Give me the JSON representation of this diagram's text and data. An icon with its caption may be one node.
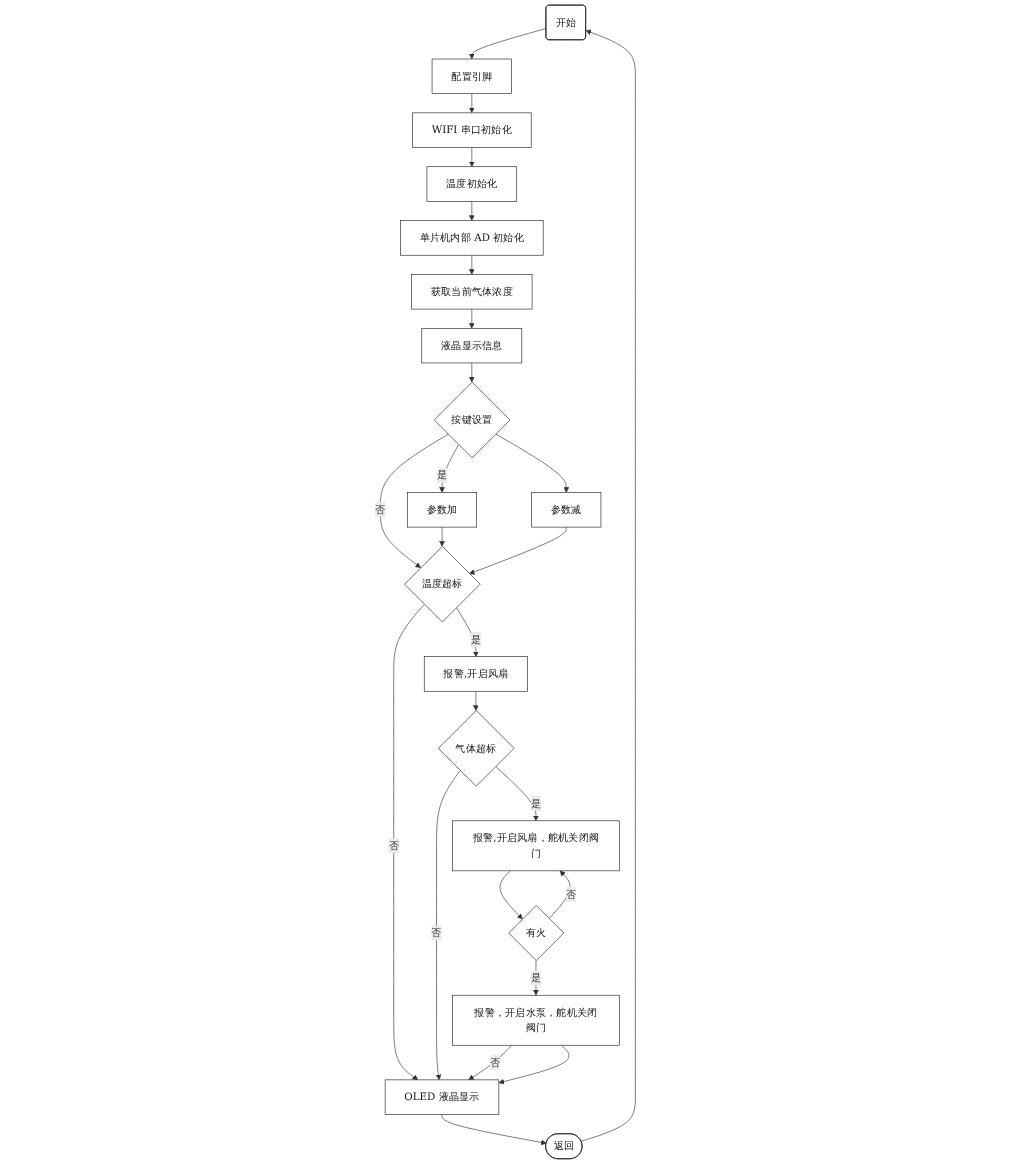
{
  "diagram": {
    "nodes": [
      {
        "text": [
          "开始"
        ]
      },
      {
        "text": [
          "配置引脚"
        ]
      },
      {
        "text": [
          "WIFI 串口初始化"
        ]
      },
      {
        "text": [
          "温度初始化"
        ]
      },
      {
        "text": [
          "单片机内部 AD 初始化"
        ]
      },
      {
        "text": [
          "获取当前气体浓度"
        ]
      },
      {
        "text": [
          "液晶显示信息"
        ]
      },
      {
        "text": [
          "按键设置"
        ]
      },
      {
        "text": [
          "参数加"
        ]
      },
      {
        "text": [
          "参数减"
        ]
      },
      {
        "text": [
          "温度超标"
        ]
      },
      {
        "text": [
          "报警,开启风扇"
        ]
      },
      {
        "text": [
          "气体超标"
        ]
      },
      {
        "text": [
          "报警,开启风扇，舵机关闭阀门"
        ]
      },
      {
        "text": [
          "有火"
        ]
      },
      {
        "text": [
          "报警，开启水泵，舵机关闭阀门"
        ]
      },
      {
        "text": [
          "OLED 液晶显示"
        ]
      },
      {
        "text": [
          "返回"
        ]
      }
    ],
    "edges": [
      {
        "from": 0,
        "to": 1,
        "arrow": "to"
      },
      {
        "from": 1,
        "to": 2,
        "arrow": "to"
      },
      {
        "from": 2,
        "to": 3,
        "arrow": "to"
      },
      {
        "from": 3,
        "to": 4,
        "arrow": "to"
      },
      {
        "from": 4,
        "to": 5,
        "arrow": "to"
      },
      {
        "from": 5,
        "to": 6,
        "arrow": "to"
      },
      {
        "from": 6,
        "to": 7,
        "arrow": "to"
      },
      {
        "from": 7,
        "to": 8,
        "arrow": "to",
        "label": "是"
      },
      {
        "from": 7,
        "to": 9,
        "arrow": "to"
      },
      {
        "from": 7,
        "to": 10,
        "arrow": "to",
        "label": "否"
      },
      {
        "from": 8,
        "to": 10,
        "arrow": "to"
      },
      {
        "from": 9,
        "to": 10,
        "arrow": "to"
      },
      {
        "from": 10,
        "to": 11,
        "arrow": "to",
        "label": "是"
      },
      {
        "from": 10,
        "to": 16,
        "arrow": "to",
        "label": "否"
      },
      {
        "from": 11,
        "to": 12,
        "arrow": "to"
      },
      {
        "from": 12,
        "to": 13,
        "arrow": "to",
        "label": "是"
      },
      {
        "from": 12,
        "to": 16,
        "arrow": "to",
        "label": "否"
      },
      {
        "from": 13,
        "to": 14,
        "arrow": "to"
      },
      {
        "from": 14,
        "to": 13,
        "arrow": "to",
        "label": "否"
      },
      {
        "from": 14,
        "to": 15,
        "arrow": "to",
        "label": "是"
      },
      {
        "from": 15,
        "to": 16,
        "arrow": "to",
        "label": "否"
      },
      {
        "from": 15,
        "to": 16,
        "arrow": "to"
      },
      {
        "from": 16,
        "to": 17,
        "arrow": "to"
      },
      {
        "from": 17,
        "to": 0,
        "arrow": "to"
      }
    ]
  }
}
